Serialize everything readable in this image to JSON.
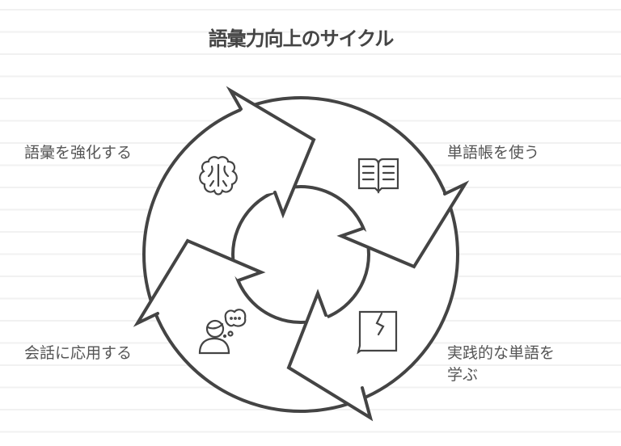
{
  "title": "語彙力向上のサイクル",
  "steps": [
    {
      "label": "単語帳を使う",
      "icon": "book-icon"
    },
    {
      "label_line1": "実践的な単語を",
      "label_line2": "学ぶ",
      "icon": "speech-bubble-icon"
    },
    {
      "label": "会話に応用する",
      "icon": "person-thinking-icon"
    },
    {
      "label": "語彙を強化する",
      "icon": "brain-icon"
    }
  ],
  "colors": {
    "stroke": "#444444",
    "text": "#555555",
    "background": "#ffffff"
  }
}
